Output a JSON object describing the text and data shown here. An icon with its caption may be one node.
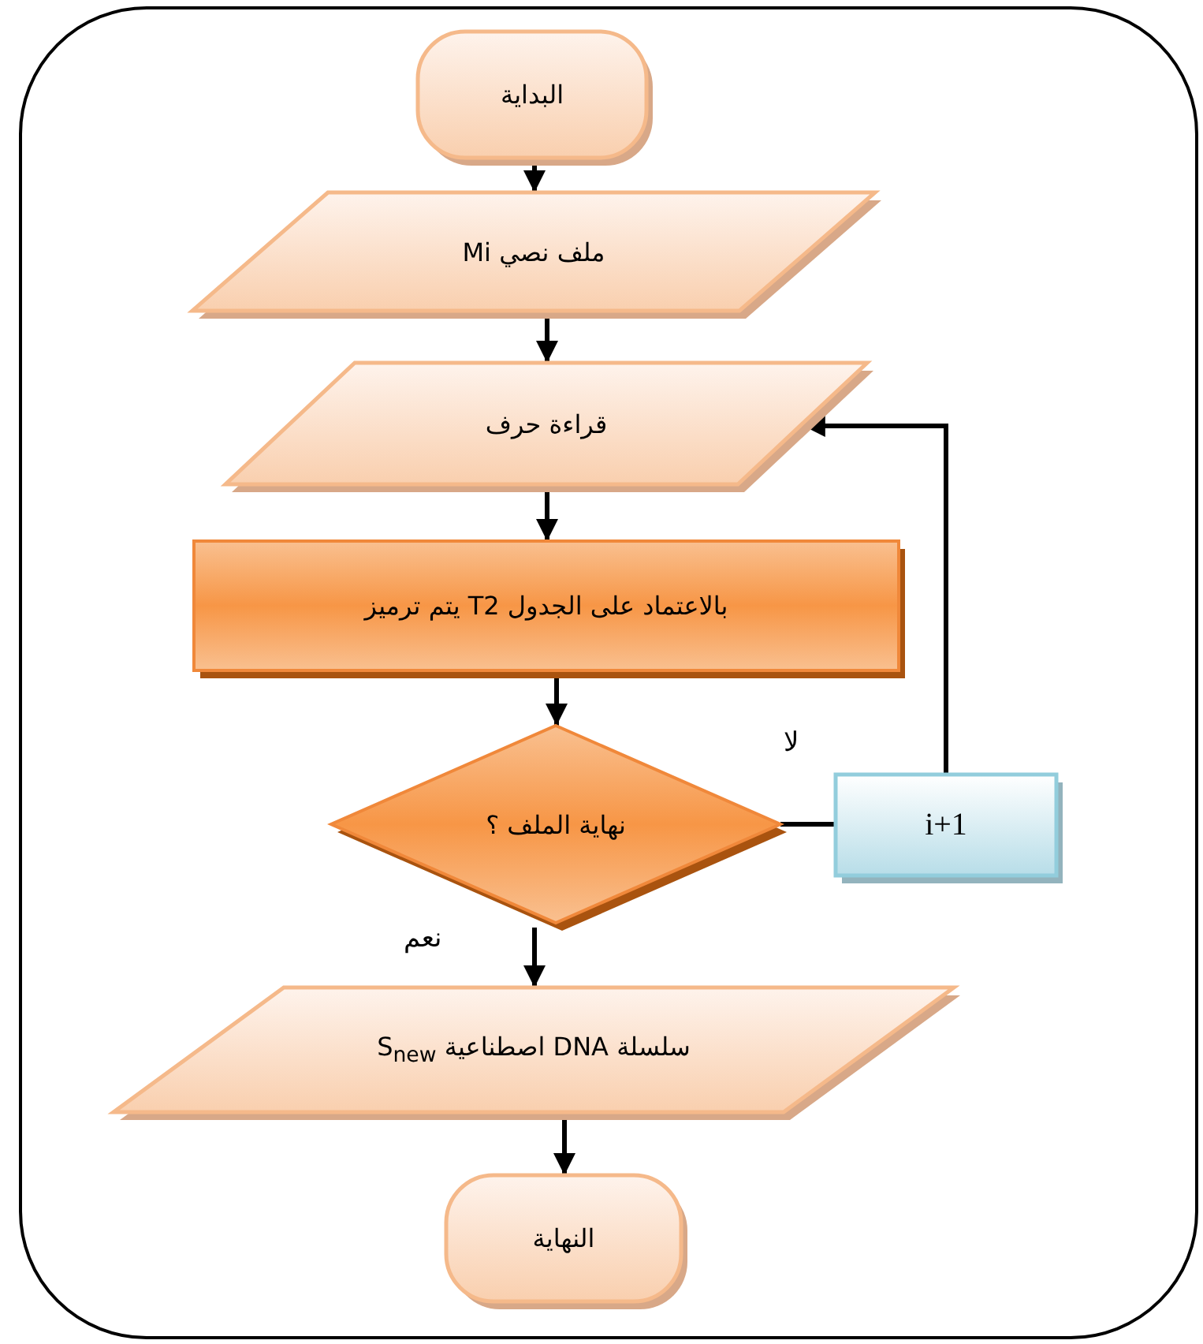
{
  "diagram": {
    "nodes": [
      {
        "text": [
          "البداية"
        ]
      },
      {
        "text": [
          "ملف نصي Mi"
        ]
      },
      {
        "text": [
          "قراءة حرف"
        ]
      },
      {
        "text": [
          "بالاعتماد على الجدول T2 يتم ترميز"
        ]
      },
      {
        "text": [
          "نهاية الملف ؟"
        ]
      },
      {
        "text": [
          "i+1"
        ]
      },
      {
        "text": [
          "سلسلة DNA اصطناعية S$_{new}$"
        ]
      },
      {
        "text": [
          "النهاية"
        ]
      }
    ],
    "edges": [
      {
        "from": 0,
        "to": 1,
        "arrow": "to"
      },
      {
        "from": 1,
        "to": 2,
        "arrow": "to"
      },
      {
        "from": 2,
        "to": 3,
        "arrow": "to"
      },
      {
        "from": 3,
        "to": 4,
        "arrow": "to"
      },
      {
        "from": 4,
        "to": 5,
        "arrow": "none",
        "label": "لا"
      },
      {
        "from": 5,
        "to": 2,
        "arrow": "to"
      },
      {
        "from": 4,
        "to": 6,
        "arrow": "to",
        "label": "نعم"
      },
      {
        "from": 6,
        "to": 7,
        "arrow": "to"
      }
    ]
  }
}
